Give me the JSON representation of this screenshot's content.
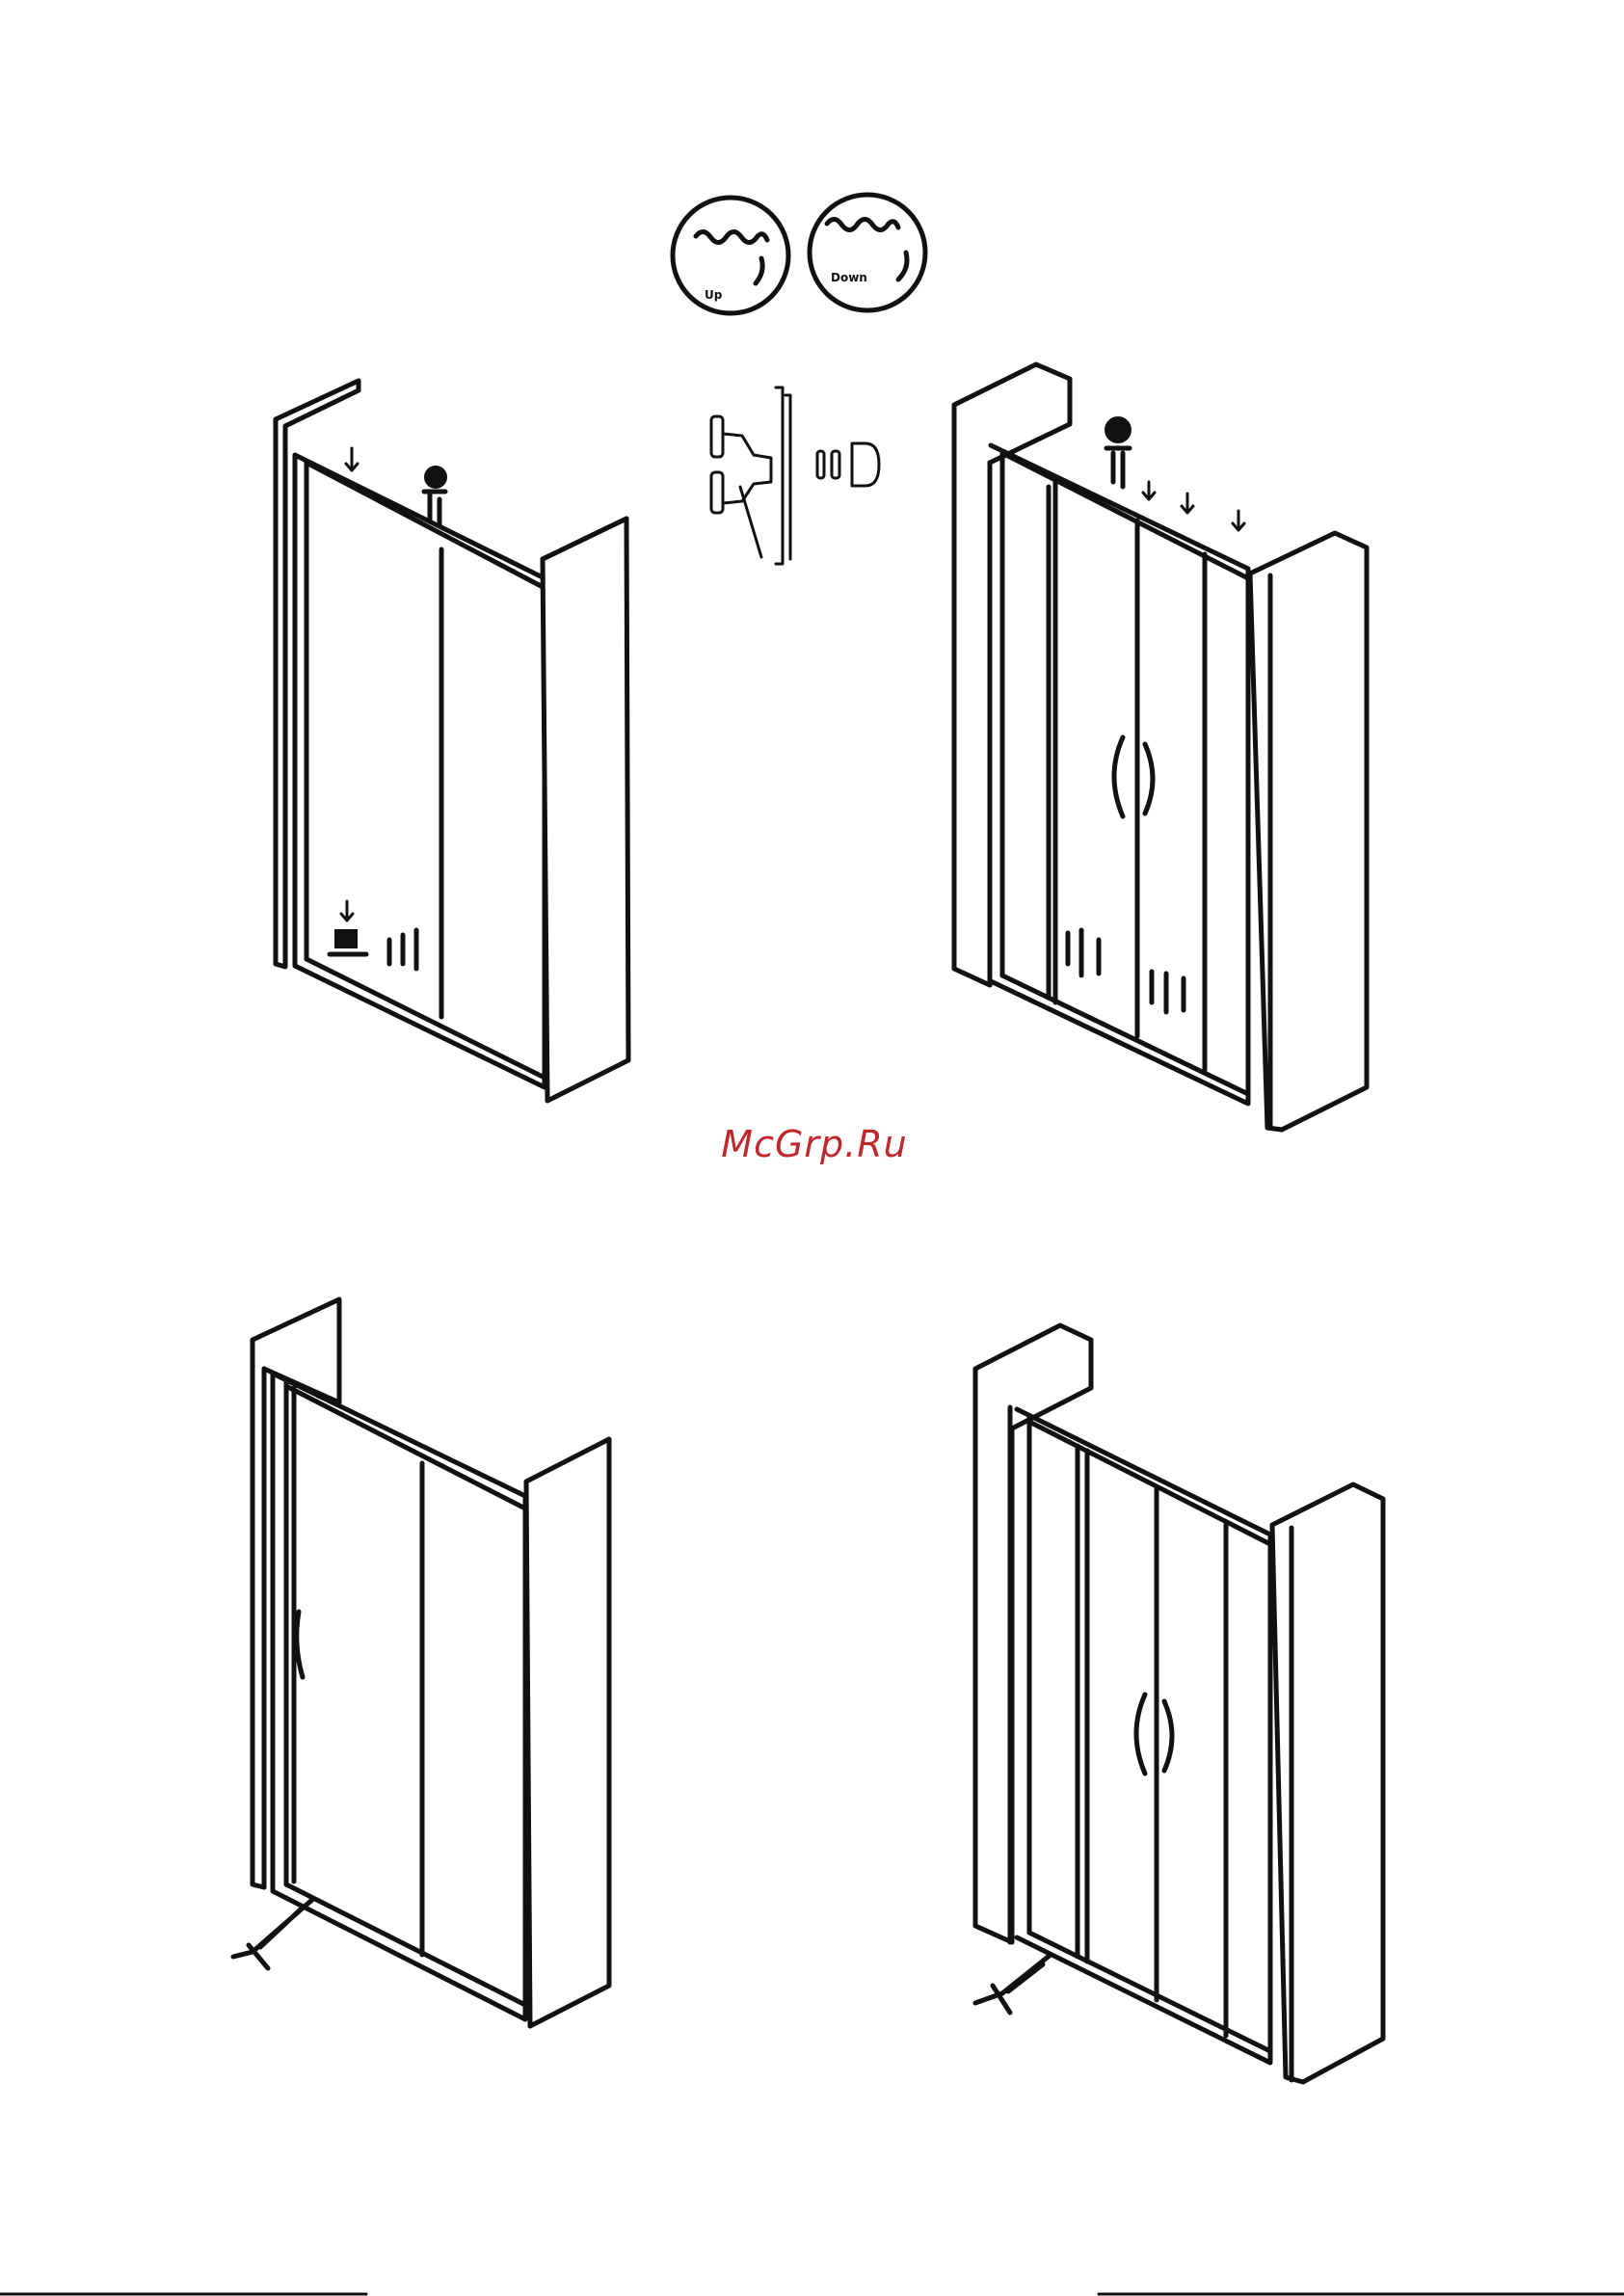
{
  "watermark": {
    "text": "McGrp.Ru",
    "color": "#c0282e"
  },
  "detail_circles": [
    {
      "label": "Up"
    },
    {
      "label": "Down"
    }
  ],
  "figures": [
    {
      "name": "figure-two-panel-bottom-rollers"
    },
    {
      "name": "figure-four-panel-top-rollers"
    },
    {
      "name": "figure-two-panel-sealing"
    },
    {
      "name": "figure-four-panel-sealing"
    }
  ]
}
